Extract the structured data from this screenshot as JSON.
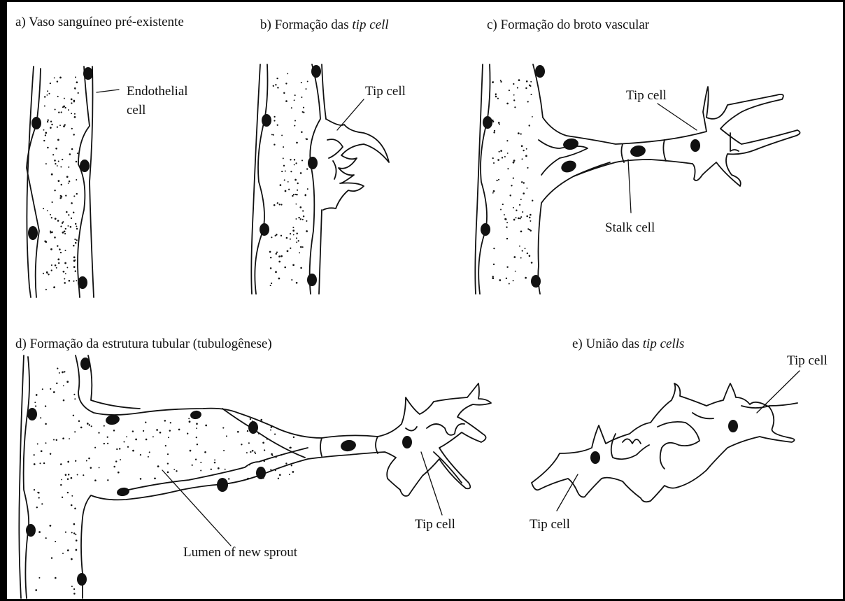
{
  "panels": {
    "a": {
      "title": "a) Vaso sanguíneo pré-existente"
    },
    "b": {
      "title_prefix": "b) Formação das ",
      "title_em": "tip cell"
    },
    "c": {
      "title": "c) Formação do broto vascular"
    },
    "d": {
      "title": "d) Formação da estrutura tubular (tubulogênese)"
    },
    "e": {
      "title_prefix": "e) União das ",
      "title_em": "tip cells"
    }
  },
  "labels": {
    "endothelial_line1": "Endothelial",
    "endothelial_line2": "cell",
    "tip_cell": "Tip cell",
    "stalk_cell": "Stalk cell",
    "lumen": "Lumen of new sprout"
  },
  "colors": {
    "ink": "#111111",
    "frame": "#000000",
    "background": "#ffffff"
  }
}
